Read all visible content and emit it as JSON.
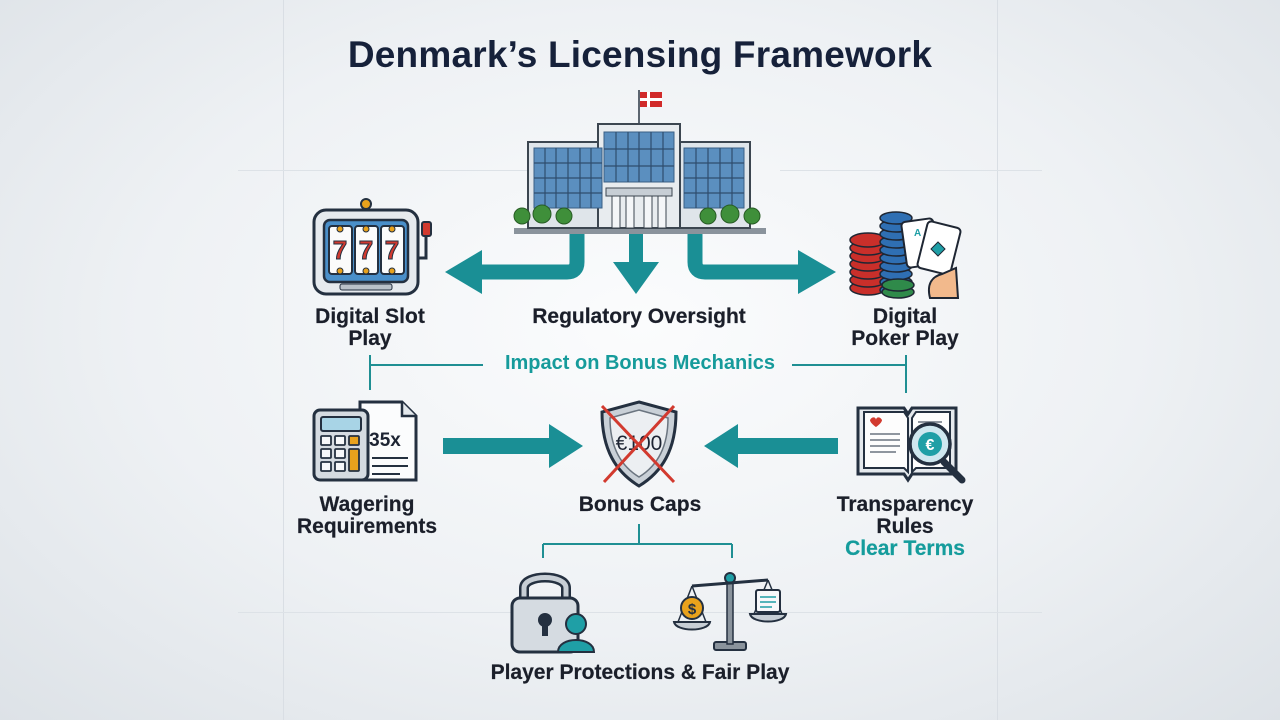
{
  "title": "Denmark’s Licensing Framework",
  "regulator": {
    "label": "Regulatory Oversight",
    "icon": "government-building-icon",
    "flag": "denmark-flag-icon"
  },
  "slot": {
    "line1": "Digital Slot",
    "line2": "Play",
    "reels": [
      "7",
      "7",
      "7"
    ],
    "icon": "slot-machine-icon"
  },
  "poker": {
    "line1": "Digital",
    "line2": "Poker Play",
    "icon": "poker-chips-cards-icon"
  },
  "impact": {
    "label": "Impact on Bonus Mechanics"
  },
  "wagering": {
    "line1": "Wagering",
    "line2": "Requirements",
    "badge": "35x",
    "icon": "calculator-document-icon"
  },
  "bonus": {
    "label": "Bonus Caps",
    "amount": "€100",
    "icon": "crossed-shield-icon"
  },
  "transparency": {
    "line1": "Transparency",
    "line2": "Rules",
    "line3": "Clear Terms",
    "icon": "book-magnifier-icon"
  },
  "protections": {
    "label": "Player Protections & Fair Play",
    "icons": [
      "padlock-user-icon",
      "balance-scale-icon"
    ]
  },
  "colors": {
    "teal": "#159c9c",
    "arrow": "#1a8f95",
    "navy": "#16213a",
    "red": "#d23a2f",
    "gold": "#e9a21c"
  }
}
